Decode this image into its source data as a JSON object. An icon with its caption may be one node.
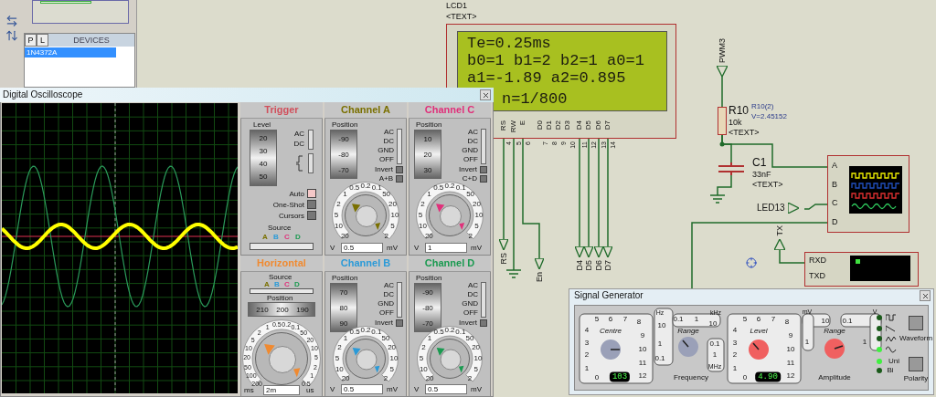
{
  "diagram": {
    "nodes": [
      {
        "text": [
          "P",
          "L",
          "DEVICES",
          "1N4372A"
        ]
      },
      {
        "text": [
          "Digital Oscilloscope"
        ]
      },
      {
        "text": [
          "Trigger",
          "Level",
          "AC",
          "DC",
          "20",
          "30",
          "40",
          "50",
          "Auto",
          "One-Shot",
          "Cursors",
          "Source",
          "A",
          "B",
          "C",
          "D"
        ],
        "in": 1
      },
      {
        "text": [
          "Channel A",
          "Position",
          "AC",
          "DC",
          "GND",
          "OFF",
          "-90",
          "-80",
          "-70",
          "Invert",
          "A+B",
          "20",
          "10",
          "5",
          "2",
          "1",
          "0.5",
          "0.2",
          "0.1",
          "50",
          "20",
          "10",
          "5",
          "2",
          "V",
          "0.5",
          "mV"
        ],
        "in": 1
      },
      {
        "text": [
          "Channel C",
          "Position",
          "AC",
          "DC",
          "GND",
          "OFF",
          "10",
          "20",
          "30",
          "Invert",
          "C+D",
          "20",
          "10",
          "5",
          "2",
          "1",
          "0.5",
          "0.2",
          "0.1",
          "50",
          "20",
          "10",
          "5",
          "2",
          "V",
          "1",
          "mV"
        ],
        "in": 1
      },
      {
        "text": [
          "Horizontal",
          "Source",
          "A",
          "B",
          "C",
          "D",
          "Position",
          "210",
          "200",
          "190",
          "200",
          "100",
          "50",
          "20",
          "10",
          "5",
          "2",
          "1",
          "0.5",
          "0.2",
          "0.1",
          "50",
          "20",
          "10",
          "5",
          "2",
          "1",
          "0.5",
          "ms",
          "2m",
          "us"
        ],
        "in": 1
      },
      {
        "text": [
          "Channel B",
          "Position",
          "AC",
          "DC",
          "GND",
          "OFF",
          "70",
          "80",
          "90",
          "Invert",
          "20",
          "10",
          "5",
          "2",
          "1",
          "0.5",
          "0.2",
          "0.1",
          "50",
          "20",
          "10",
          "5",
          "2",
          "V",
          "0.5",
          "mV"
        ],
        "in": 1
      },
      {
        "text": [
          "Channel D",
          "Position",
          "AC",
          "DC",
          "GND",
          "OFF",
          "-90",
          "-80",
          "-70",
          "Invert",
          "20",
          "10",
          "5",
          "2",
          "1",
          "0.5",
          "0.2",
          "0.1",
          "50",
          "20",
          "10",
          "5",
          "2",
          "V",
          "0.5",
          "mV"
        ],
        "in": 1
      },
      {
        "text": [
          "Te=0.25ms",
          "b0=1 b1=2 b2=1 a0=1",
          "a1=-1.89 a2=0.895",
          "n=1/800",
          "RS",
          "RW",
          "E",
          "D0",
          "D1",
          "D2",
          "D3",
          "D4",
          "D5",
          "D6",
          "D7"
        ],
        "beside": [
          "LCD1",
          "<TEXT>",
          "4",
          "5",
          "6",
          "7",
          "8",
          "9",
          "10",
          "11",
          "12",
          "13",
          "14"
        ]
      },
      {
        "text": [
          "RS"
        ]
      },
      {
        "text": [],
        "shape": "ground"
      },
      {
        "text": [
          "En"
        ]
      },
      {
        "text": [
          "D4"
        ]
      },
      {
        "text": [
          "D5"
        ]
      },
      {
        "text": [
          "D6"
        ]
      },
      {
        "text": [
          "D7"
        ]
      },
      {
        "text": [
          "PWM3"
        ]
      },
      {
        "text": [],
        "shape": "resistor",
        "beside": [
          "R10",
          "10k",
          "<TEXT>"
        ]
      },
      {
        "text": [],
        "shape": "capacitor",
        "beside": [
          "C1",
          "33nF",
          "<TEXT>"
        ]
      },
      {
        "text": [],
        "shape": "ground"
      },
      {
        "text": [
          "LED13"
        ]
      },
      {
        "text": [
          "A",
          "B",
          "C",
          "D"
        ]
      },
      {
        "text": [
          "TX"
        ]
      },
      {
        "text": [
          "RXD",
          "TXD"
        ]
      },
      {
        "text": [
          "Signal Generator",
          "5",
          "6",
          "7",
          "8",
          "4",
          "3",
          "2",
          "1",
          "0",
          "9",
          "10",
          "11",
          "12",
          "Centre",
          "103",
          "Hz",
          "kHz",
          "10",
          "1",
          "0.1",
          "0.1",
          "1",
          "10",
          "Range",
          "0.1",
          "1",
          "MHz",
          "Frequency",
          "5",
          "6",
          "7",
          "8",
          "4",
          "3",
          "2",
          "1",
          "0",
          "9",
          "10",
          "11",
          "12",
          "Level",
          "4.90",
          "mV",
          "V",
          "10",
          "0.1",
          "1",
          "Range",
          "1",
          "Amplitude",
          "Uni",
          "Bi",
          "Waveform",
          "Polarity"
        ]
      }
    ],
    "edges": [
      {
        "from": 8,
        "to": 9,
        "arrow": "none"
      },
      {
        "from": 8,
        "to": 10,
        "arrow": "none"
      },
      {
        "from": 8,
        "to": 11,
        "arrow": "none"
      },
      {
        "from": 8,
        "to": 12,
        "arrow": "none"
      },
      {
        "from": 8,
        "to": 13,
        "arrow": "none"
      },
      {
        "from": 8,
        "to": 14,
        "arrow": "none"
      },
      {
        "from": 8,
        "to": 15,
        "arrow": "none"
      },
      {
        "from": 16,
        "to": 17,
        "arrow": "none"
      },
      {
        "from": 17,
        "to": 18,
        "arrow": "none"
      },
      {
        "from": 18,
        "to": 19,
        "arrow": "none"
      },
      {
        "from": 17,
        "to": 21,
        "arrow": "none"
      },
      {
        "from": 20,
        "to": 21,
        "arrow": "none"
      },
      {
        "from": 21,
        "to": 24,
        "arrow": "none"
      },
      {
        "from": 22,
        "to": 23,
        "arrow": "none"
      }
    ],
    "labels": [
      "R10(2)",
      "V=2.45152"
    ]
  }
}
